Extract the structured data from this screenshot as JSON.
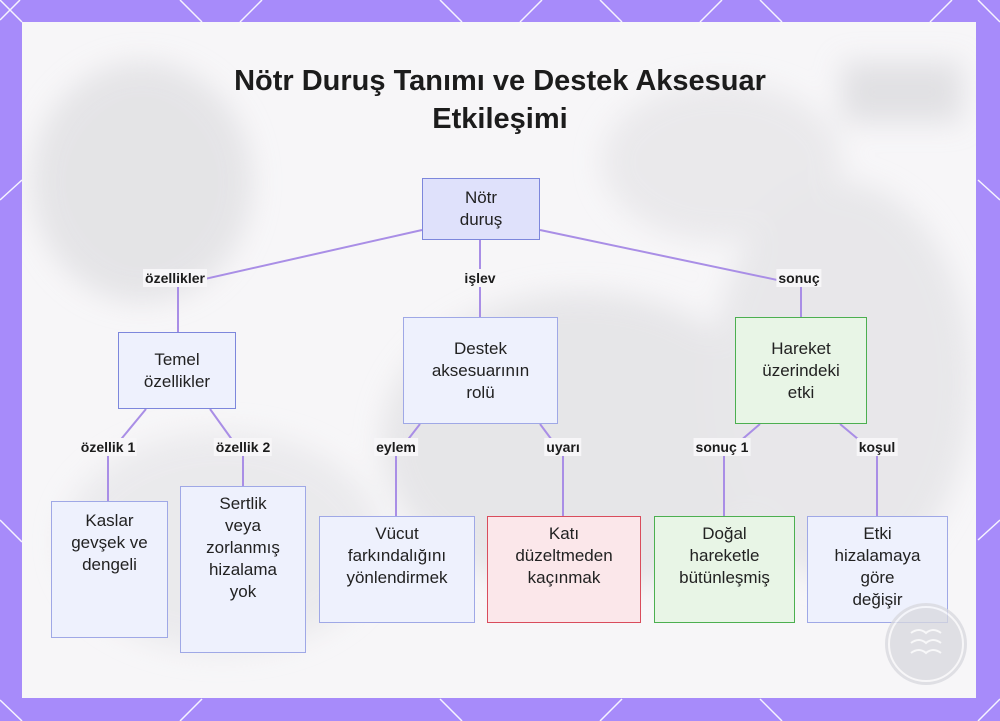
{
  "title": "Nötr Duruş Tanımı ve Destek Aksesuar Etkileşimi",
  "nodes": {
    "root": [
      "Nötr",
      "duruş"
    ],
    "temel": [
      "Temel",
      "özellikler"
    ],
    "destek": [
      "Destek",
      "aksesuarının",
      "rolü"
    ],
    "hareket": [
      "Hareket",
      "üzerindeki",
      "etki"
    ],
    "kaslar": [
      "Kaslar",
      "gevşek ve",
      "dengeli"
    ],
    "sertlik": [
      "Sertlik",
      "veya",
      "zorlanmış",
      "hizalama",
      "yok"
    ],
    "vucut": [
      "Vücut",
      "farkındalığını",
      "yönlendirmek"
    ],
    "kati": [
      "Katı",
      "düzeltmeden",
      "kaçınmak"
    ],
    "dogal": [
      "Doğal",
      "hareketle",
      "bütünleşmiş"
    ],
    "etki": [
      "Etki",
      "hizalamaya",
      "göre",
      "değişir"
    ]
  },
  "edge_labels": {
    "ozellikler": "özellikler",
    "islev": "işlev",
    "sonuc": "sonuç",
    "ozellik1": "özellik 1",
    "ozellik2": "özellik 2",
    "eylem": "eylem",
    "uyari": "uyarı",
    "sonuc1": "sonuç 1",
    "kosul": "koşul"
  },
  "colors": {
    "frame": "#a78bfa",
    "edge": "#a98ee6",
    "node_border": "#9fa8e6",
    "green_border": "#4caf50",
    "red_border": "#d94c5c"
  }
}
